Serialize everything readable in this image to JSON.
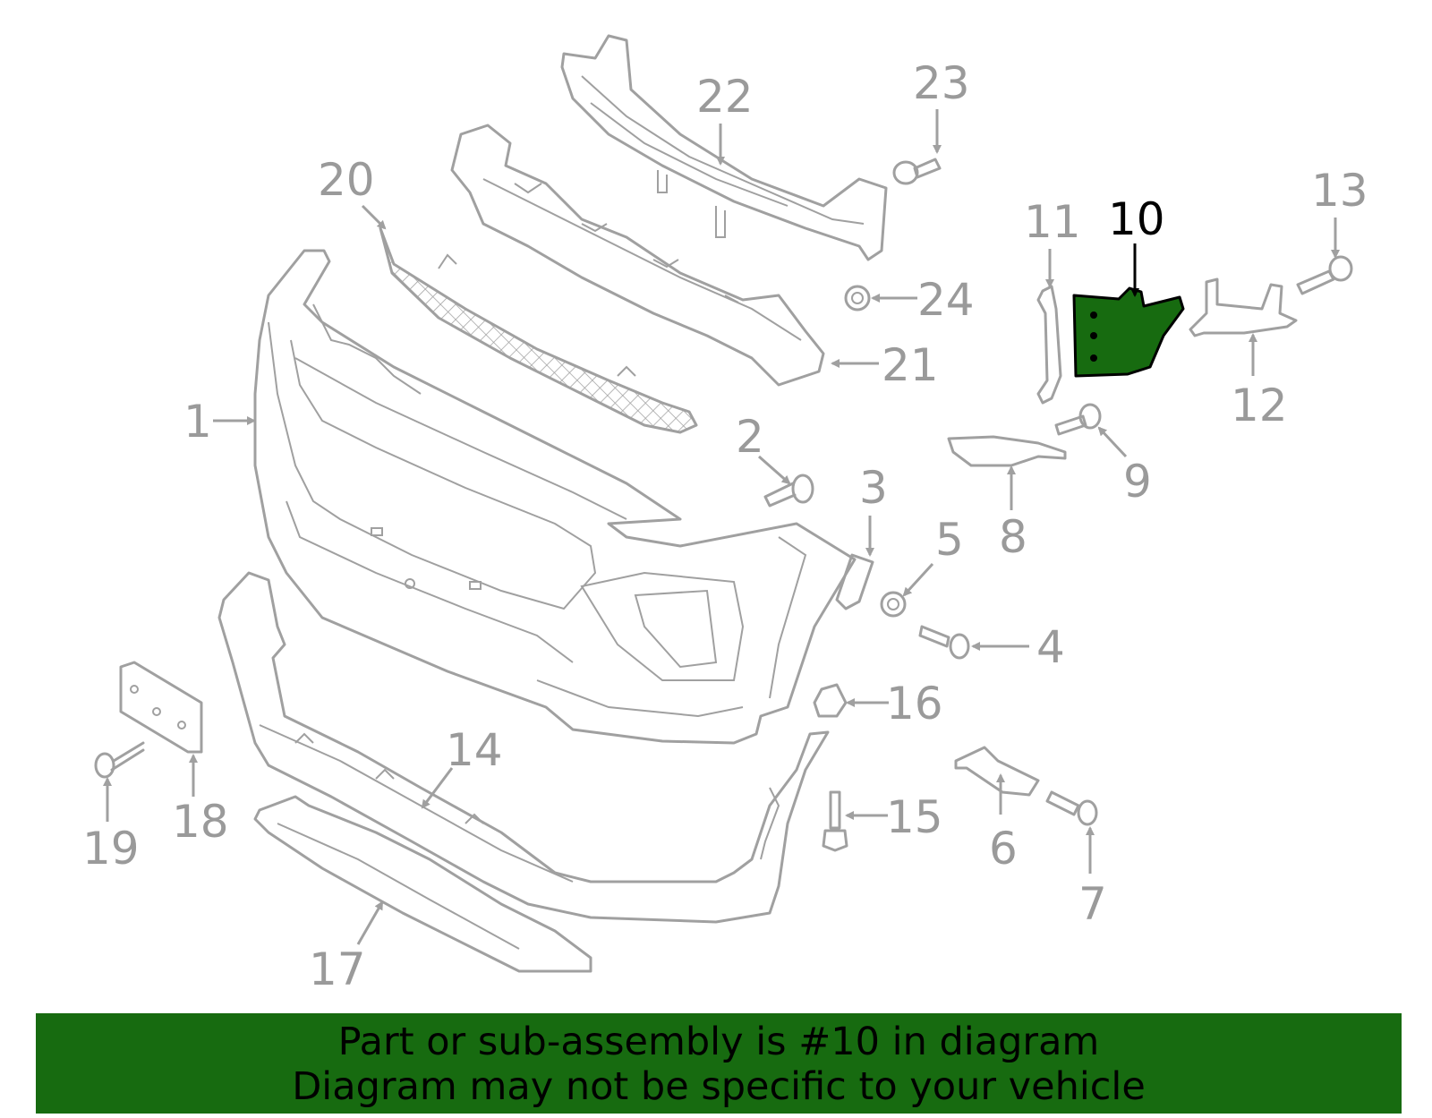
{
  "highlight_color": "#176b10",
  "parts": [
    {
      "id": "1"
    },
    {
      "id": "2"
    },
    {
      "id": "3"
    },
    {
      "id": "4"
    },
    {
      "id": "5"
    },
    {
      "id": "6"
    },
    {
      "id": "7"
    },
    {
      "id": "8"
    },
    {
      "id": "9"
    },
    {
      "id": "10",
      "highlighted": true
    },
    {
      "id": "11"
    },
    {
      "id": "12"
    },
    {
      "id": "13"
    },
    {
      "id": "14"
    },
    {
      "id": "15"
    },
    {
      "id": "16"
    },
    {
      "id": "17"
    },
    {
      "id": "18"
    },
    {
      "id": "19"
    },
    {
      "id": "20"
    },
    {
      "id": "21"
    },
    {
      "id": "22"
    },
    {
      "id": "23"
    },
    {
      "id": "24"
    }
  ],
  "banner": {
    "line1": "Part or sub-assembly is #10 in diagram",
    "line2": "Diagram may not be specific to your vehicle"
  }
}
